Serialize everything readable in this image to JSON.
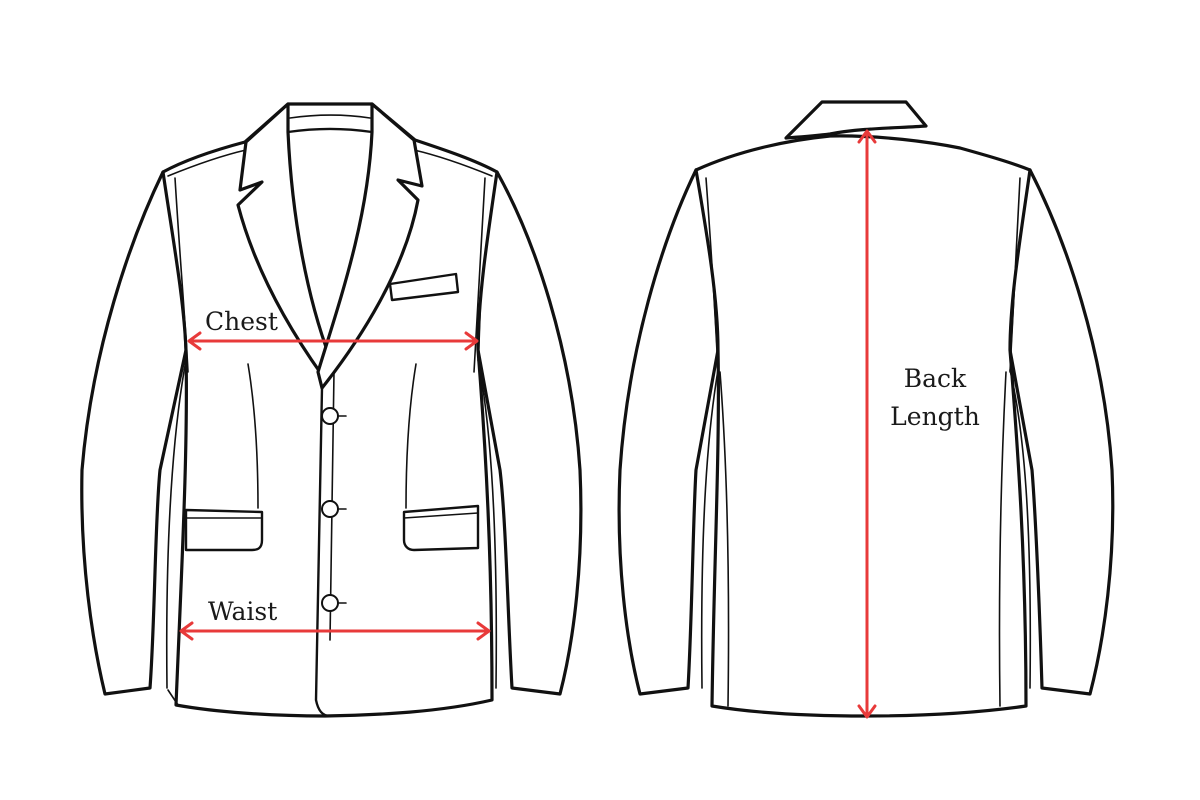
{
  "measurements": {
    "chest": "Chest",
    "waist": "Waist",
    "back_length_line1": "Back",
    "back_length_line2": "Length"
  },
  "colors": {
    "outline": "#111111",
    "arrow": "#e83a3a",
    "background": "#ffffff"
  }
}
